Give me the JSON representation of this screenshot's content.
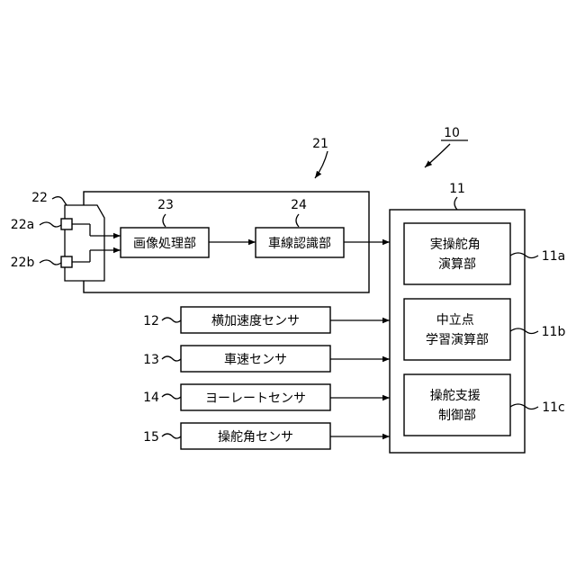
{
  "refs": {
    "system": "10",
    "controller": "11",
    "camera_unit": "21",
    "camera": "22",
    "camera_a": "22a",
    "camera_b": "22b",
    "image_processing": "23",
    "lane_recognition": "24",
    "lateral_accel": "12",
    "vehicle_speed": "13",
    "yaw_rate": "14",
    "steering_angle": "15",
    "actual_angle_calc": "11a",
    "neutral_learning": "11b",
    "steering_assist": "11c"
  },
  "blocks": {
    "image_processing": "画像処理部",
    "lane_recognition": "車線認識部",
    "lateral_accel_sensor": "横加速度センサ",
    "vehicle_speed_sensor": "車速センサ",
    "yaw_rate_sensor": "ヨーレートセンサ",
    "steering_angle_sensor": "操舵角センサ",
    "actual_angle_calc": [
      "実操舵角",
      "演算部"
    ],
    "neutral_learning": [
      "中立点",
      "学習演算部"
    ],
    "steering_assist": [
      "操舵支援",
      "制御部"
    ]
  }
}
